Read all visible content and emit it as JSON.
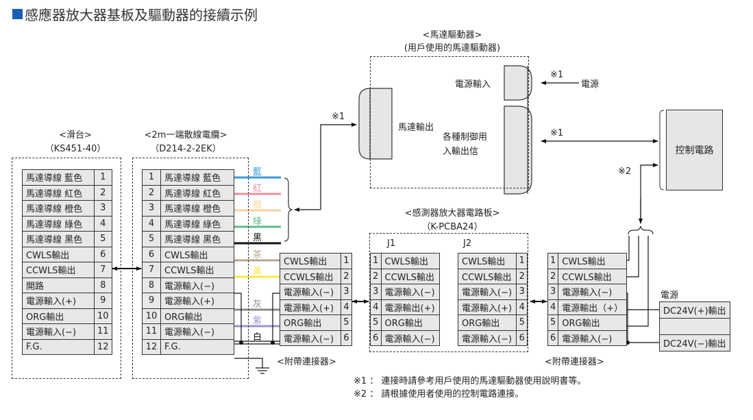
{
  "title": "感應器放大器基板及驅動器的接續示例",
  "accent_color": "#1a5fb4",
  "slider": {
    "heading": "<滑台>",
    "model": "（KS451-40）",
    "rows": [
      {
        "label": "馬達導線 藍色",
        "pin": "1"
      },
      {
        "label": "馬達導線 紅色",
        "pin": "2"
      },
      {
        "label": "馬達導線 橙色",
        "pin": "3"
      },
      {
        "label": "馬達導線 綠色",
        "pin": "4"
      },
      {
        "label": "馬達導線 黑色",
        "pin": "5"
      },
      {
        "label": "CWLS輸出",
        "pin": "6"
      },
      {
        "label": "CCWLS輸出",
        "pin": "7"
      },
      {
        "label": "開路",
        "pin": "8"
      },
      {
        "label": "電源輸入(+)",
        "pin": "9"
      },
      {
        "label": "ORG輸出",
        "pin": "10"
      },
      {
        "label": "電源輸入(−)",
        "pin": "11"
      },
      {
        "label": "F.G.",
        "pin": "12"
      }
    ]
  },
  "cable": {
    "heading": "<2m一端散線電纜>",
    "model": "（D214-2-2EK）",
    "rows": [
      {
        "pin": "1",
        "label": "馬達導線 藍色"
      },
      {
        "pin": "2",
        "label": "馬達導線 紅色"
      },
      {
        "pin": "3",
        "label": "馬達導線 橙色"
      },
      {
        "pin": "4",
        "label": "馬達導線 綠色"
      },
      {
        "pin": "5",
        "label": "馬達導線 黑色"
      },
      {
        "pin": "6",
        "label": "CWLS輸出"
      },
      {
        "pin": "7",
        "label": "CCWLS輸出"
      },
      {
        "pin": "8",
        "label": "電源輸入(−)"
      },
      {
        "pin": "9",
        "label": "電源輸入(+)"
      },
      {
        "pin": "10",
        "label": "ORG輸出"
      },
      {
        "pin": "11",
        "label": "電源輸入(−)"
      },
      {
        "pin": "12",
        "label": "F.G."
      }
    ],
    "wires": [
      {
        "name": "藍",
        "color": "#3a9ad9"
      },
      {
        "name": "紅",
        "color": "#e88fa0"
      },
      {
        "name": "橙",
        "color": "#f7d29a"
      },
      {
        "name": "綠",
        "color": "#5dbb8a"
      },
      {
        "name": "黑",
        "color": "#111111"
      },
      {
        "name": "茶",
        "color": "#b0a590"
      },
      {
        "name": "黃",
        "color": "#f5e94a"
      },
      {
        "name": "灰",
        "color": "#8a8a8a"
      },
      {
        "name": "紫",
        "color": "#9a94c8"
      },
      {
        "name": "白",
        "color": "#222222"
      }
    ]
  },
  "connector_left": {
    "caption": "<附帶連接器>",
    "rows": [
      {
        "label": "CWLS輸出",
        "pin": "1"
      },
      {
        "label": "CCWLS輸出",
        "pin": "2"
      },
      {
        "label": "電源輸入(−)",
        "pin": "3"
      },
      {
        "label": "電源輸入(+)",
        "pin": "4"
      },
      {
        "label": "ORG輸出",
        "pin": "5"
      },
      {
        "label": "電源輸入(−)",
        "pin": "6"
      }
    ]
  },
  "board": {
    "heading": "<感測器放大器電路板>",
    "model": "（K-PCBA24）",
    "j1_label": "J1",
    "j2_label": "J2",
    "j1_rows": [
      {
        "pin": "1",
        "label": "CWLS輸出"
      },
      {
        "pin": "2",
        "label": "CCWLS輸出"
      },
      {
        "pin": "3",
        "label": "電源輸入(−)"
      },
      {
        "pin": "4",
        "label": "電源輸出(+)"
      },
      {
        "pin": "5",
        "label": "ORG輸出"
      },
      {
        "pin": "6",
        "label": "電源輸入(−)"
      }
    ],
    "j2_rows": [
      {
        "label": "CWLS輸出",
        "pin": "1"
      },
      {
        "label": "CCWLS輸出",
        "pin": "2"
      },
      {
        "label": "電源輸入(−)",
        "pin": "3"
      },
      {
        "label": "電源輸入(+)",
        "pin": "4"
      },
      {
        "label": "ORG輸出",
        "pin": "5"
      },
      {
        "label": "電源輸入(−)",
        "pin": "6"
      }
    ]
  },
  "connector_right": {
    "caption": "<附帶連接器>",
    "rows": [
      {
        "pin": "1",
        "label": "CWLS輸出"
      },
      {
        "pin": "2",
        "label": "CCWLS輸出"
      },
      {
        "pin": "3",
        "label": "電源輸入(−)"
      },
      {
        "pin": "4",
        "label": "電源輸出（+）"
      },
      {
        "pin": "5",
        "label": "ORG輸出"
      },
      {
        "pin": "6",
        "label": "電源輸入(−)"
      }
    ]
  },
  "power_supply": {
    "heading": "電源",
    "rows": [
      "DC24V(+)輸出",
      "",
      "DC24V(−)輸出"
    ]
  },
  "driver": {
    "heading": "<馬達驅動器>",
    "subheading": "(用戶使用的馬達驅動器)",
    "power_input": "電源輸入",
    "motor_output": "馬達輸出",
    "io_line1": "各種制御用",
    "io_line2": "入輸出信",
    "power_source": "電源",
    "mark1": "※1"
  },
  "control_circuit": {
    "label": "控制電路",
    "mark2": "※2"
  },
  "notes": [
    "※1 ： 連接時請參考用戶使用的馬達驅動器使用說明書等。",
    "※2 ： 請根據使用者使用的控制電路連接。"
  ]
}
